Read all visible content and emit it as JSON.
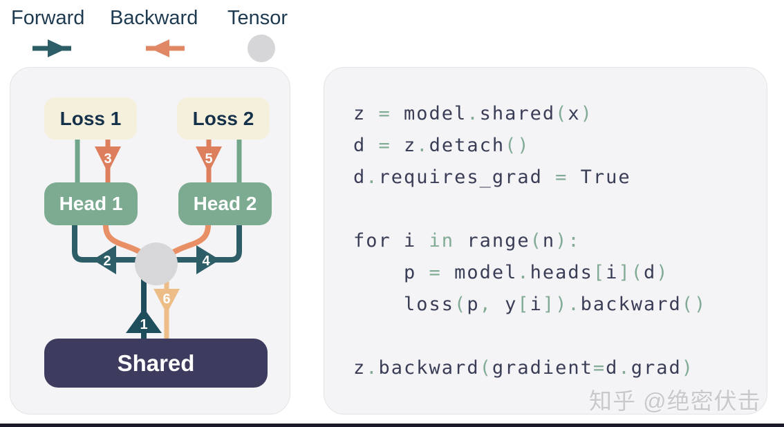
{
  "legend": {
    "forward_label": "Forward",
    "backward_label": "Backward",
    "tensor_label": "Tensor"
  },
  "diagram": {
    "loss1_label": "Loss 1",
    "loss2_label": "Loss 2",
    "head1_label": "Head 1",
    "head2_label": "Head 2",
    "shared_label": "Shared",
    "steps": [
      "1",
      "2",
      "3",
      "4",
      "5",
      "6"
    ]
  },
  "colors": {
    "forward_teal": "#2d5d67",
    "forward_dark_teal": "#1e4e5c",
    "backward_salmon": "#dd7e5c",
    "backward_curve": "#e98f66",
    "backward_light": "#edbd88",
    "head_green": "#7dab92",
    "line_green": "#72a68b",
    "loss_cream": "#f5f0dc",
    "shared_navy": "#3d3c5e",
    "tensor_gray": "#d7d7d9",
    "panel_bg": "#f4f4f6",
    "code_ident": "#3a3d56",
    "code_punct": "#82ab96"
  },
  "code": {
    "lines": [
      [
        [
          "d",
          "z "
        ],
        [
          "g",
          "="
        ],
        [
          "d",
          " model"
        ],
        [
          "g",
          "."
        ],
        [
          "d",
          "shared"
        ],
        [
          "g",
          "("
        ],
        [
          "d",
          "x"
        ],
        [
          "g",
          ")"
        ]
      ],
      [
        [
          "d",
          "d "
        ],
        [
          "g",
          "="
        ],
        [
          "d",
          " z"
        ],
        [
          "g",
          "."
        ],
        [
          "d",
          "detach"
        ],
        [
          "g",
          "()"
        ]
      ],
      [
        [
          "d",
          "d"
        ],
        [
          "g",
          "."
        ],
        [
          "d",
          "requires_grad "
        ],
        [
          "g",
          "="
        ],
        [
          "d",
          " True"
        ]
      ],
      [],
      [
        [
          "d",
          "for i "
        ],
        [
          "g",
          "in"
        ],
        [
          "d",
          " range"
        ],
        [
          "g",
          "("
        ],
        [
          "d",
          "n"
        ],
        [
          "g",
          "):"
        ]
      ],
      [
        [
          "d",
          "    p "
        ],
        [
          "g",
          "="
        ],
        [
          "d",
          " model"
        ],
        [
          "g",
          "."
        ],
        [
          "d",
          "heads"
        ],
        [
          "g",
          "["
        ],
        [
          "d",
          "i"
        ],
        [
          "g",
          "]("
        ],
        [
          "d",
          "d"
        ],
        [
          "g",
          ")"
        ]
      ],
      [
        [
          "d",
          "    loss"
        ],
        [
          "g",
          "("
        ],
        [
          "d",
          "p"
        ],
        [
          "g",
          ","
        ],
        [
          "d",
          " y"
        ],
        [
          "g",
          "["
        ],
        [
          "d",
          "i"
        ],
        [
          "g",
          "])"
        ],
        [
          "g",
          "."
        ],
        [
          "d",
          "backward"
        ],
        [
          "g",
          "()"
        ]
      ],
      [],
      [
        [
          "d",
          "z"
        ],
        [
          "g",
          "."
        ],
        [
          "d",
          "backward"
        ],
        [
          "g",
          "("
        ],
        [
          "d",
          "gradient"
        ],
        [
          "g",
          "="
        ],
        [
          "d",
          "d"
        ],
        [
          "g",
          "."
        ],
        [
          "d",
          "grad"
        ],
        [
          "g",
          ")"
        ]
      ]
    ]
  },
  "watermark": "知乎 @绝密伏击"
}
